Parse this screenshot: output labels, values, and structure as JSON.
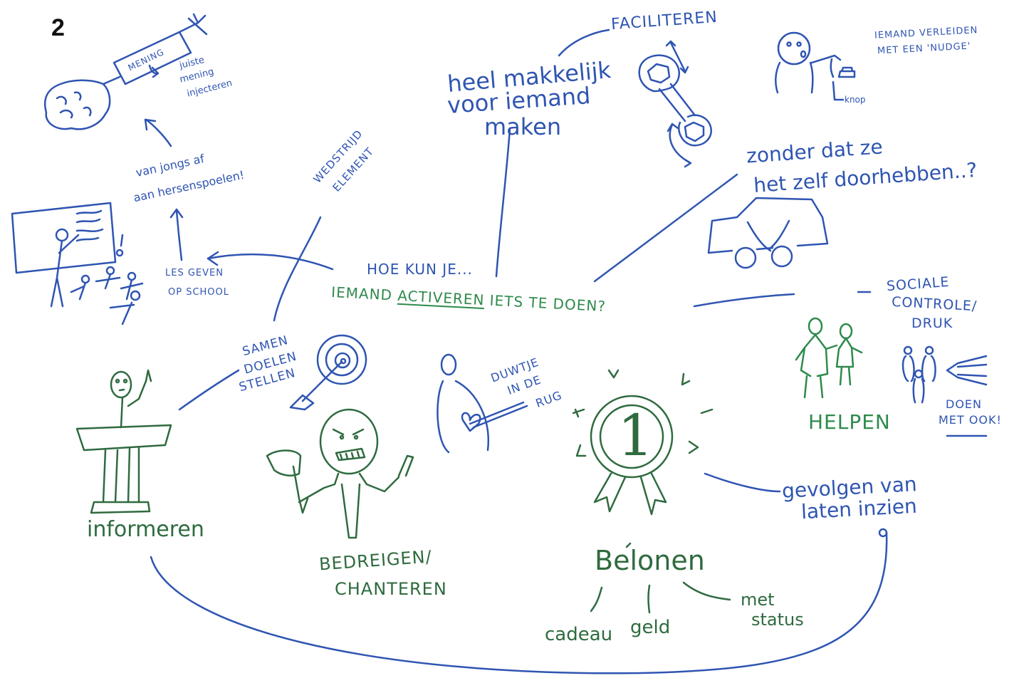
{
  "page_number": "2",
  "center": {
    "line1": "HOE KUN JE...",
    "line2_before": "IEMAND ",
    "line2_key": "ACTIVEREN",
    "line2_after": " IETS TE DOEN?"
  },
  "nodes": {
    "facilitate": {
      "title": "FACILITEREN",
      "line1": "heel makkelijk",
      "line2": "voor iemand",
      "line3": "maken"
    },
    "nudge": {
      "line1": "IEMAND VERLEIDEN",
      "line2": "MET EEN 'NUDGE'",
      "knob": "knop"
    },
    "without": {
      "line1": "zonder dat ze",
      "line2": "het zelf doorhebben..?"
    },
    "social": {
      "line1": "SOCIALE",
      "line2": "CONTROLE/",
      "line3": "DRUK",
      "helpen": "HELPEN",
      "doen1": "DOEN",
      "doen2": "MET OOK!"
    },
    "consequences": {
      "line1": "gevolgen van",
      "line2": "laten inzien"
    },
    "reward": {
      "title": "Belonen",
      "badge": "1",
      "leaf1": "cadeau",
      "leaf2": "geld",
      "leaf3": "met",
      "leaf3b": "status"
    },
    "push": {
      "line1": "DUWTJE",
      "line2": "IN DE",
      "line3": "RUG"
    },
    "threaten": {
      "line1": "BEDREIGEN/",
      "line2": "CHANTEREN"
    },
    "goals": {
      "line1": "SAMEN",
      "line2": "DOELEN",
      "line3": "STELLEN"
    },
    "inform": {
      "title": "informeren"
    },
    "competition": {
      "line1": "WEDSTRIJD",
      "line2": "ELEMENT"
    },
    "school": {
      "line1": "LES GEVEN",
      "line2": "OP SCHOOL",
      "brain1": "van jongs af",
      "brain2": "aan hersenspoelen!"
    },
    "opinion": {
      "syringe": "MENING",
      "line1": "juiste",
      "line2": "mening",
      "line3": "injecteren"
    }
  }
}
